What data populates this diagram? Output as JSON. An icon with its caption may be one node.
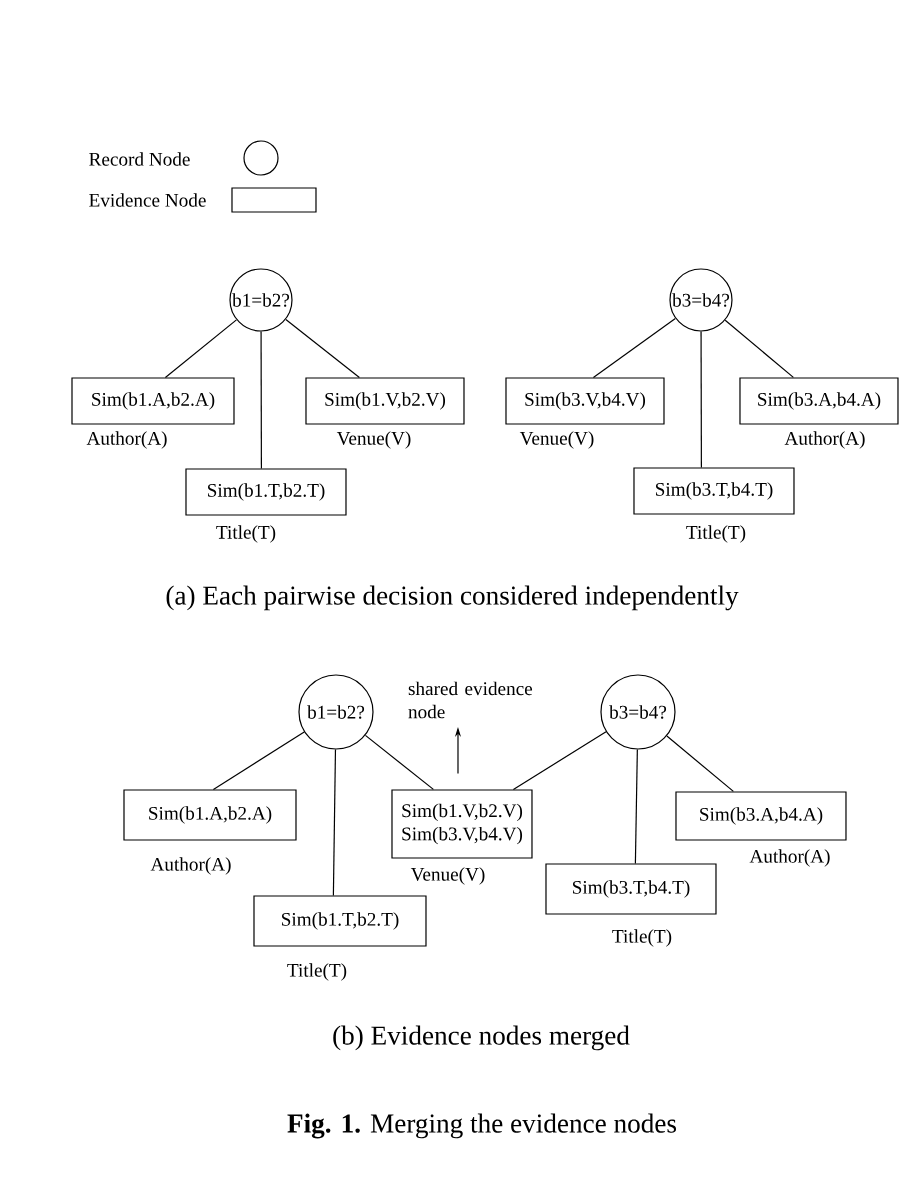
{
  "diagram": {
    "caption": "**Fig. 1.** Merging the evidence nodes",
    "nodes": [
      {
        "text": [
          "b1=b2?"
        ]
      },
      {
        "text": [
          "b3=b4?"
        ]
      },
      {
        "text": [
          "Sim(b1.A,b2.A)"
        ],
        "beside": [
          "Author(A)"
        ]
      },
      {
        "text": [
          "Sim(b1.V,b2.V)"
        ],
        "beside": [
          "Venue(V)"
        ]
      },
      {
        "text": [
          "Sim(b3.V,b4.V)"
        ],
        "beside": [
          "Venue(V)"
        ]
      },
      {
        "text": [
          "Sim(b3.A,b4.A)"
        ],
        "beside": [
          "Author(A)"
        ]
      },
      {
        "text": [
          "Sim(b1.T,b2.T)"
        ],
        "beside": [
          "Title(T)"
        ]
      },
      {
        "text": [
          "Sim(b3.T,b4.T)"
        ],
        "beside": [
          "Title(T)"
        ]
      },
      {
        "text": [
          "b1=b2?"
        ]
      },
      {
        "text": [
          "shared evidence node"
        ]
      },
      {
        "text": [
          "b3=b4?"
        ]
      },
      {
        "text": [
          "Sim(b1.A,b2.A)"
        ],
        "beside": [
          "Author(A)"
        ]
      },
      {
        "text": [
          "Sim(b1.V,b2.V)",
          "Sim(b3.V,b4.V)"
        ],
        "beside": [
          "Venue(V)"
        ]
      },
      {
        "text": [
          "Sim(b3.A,b4.A)"
        ],
        "beside": [
          "Author(A)"
        ]
      },
      {
        "text": [
          "Sim(b1.T,b2.T)"
        ],
        "beside": [
          "Title(T)"
        ]
      },
      {
        "text": [
          "Sim(b3.T,b4.T)"
        ],
        "beside": [
          "Title(T)"
        ]
      }
    ],
    "edges": [
      {
        "from": 0,
        "to": 2,
        "arrow": "none"
      },
      {
        "from": 0,
        "to": 6,
        "arrow": "none"
      },
      {
        "from": 0,
        "to": 3,
        "arrow": "none"
      },
      {
        "from": 1,
        "to": 4,
        "arrow": "none"
      },
      {
        "from": 1,
        "to": 7,
        "arrow": "none"
      },
      {
        "from": 1,
        "to": 5,
        "arrow": "none"
      },
      {
        "from": 8,
        "to": 11,
        "arrow": "none"
      },
      {
        "from": 8,
        "to": 14,
        "arrow": "none"
      },
      {
        "from": 8,
        "to": 12,
        "arrow": "none"
      },
      {
        "from": 10,
        "to": 12,
        "arrow": "none"
      },
      {
        "from": 10,
        "to": 15,
        "arrow": "none"
      },
      {
        "from": 10,
        "to": 13,
        "arrow": "none"
      },
      {
        "from": 12,
        "to": 9,
        "arrow": "to"
      }
    ],
    "labels": [
      "(a) Each pairwise decision considered independently",
      "(b) Evidence nodes merged"
    ],
    "legend": [
      {
        "text": "Record Node"
      },
      {
        "text": "Evidence Node"
      }
    ]
  }
}
